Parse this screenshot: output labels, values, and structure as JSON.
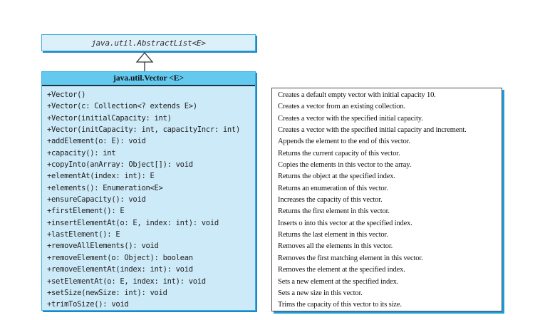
{
  "colors": {
    "superclass_fill": "#DCF0FA",
    "header_blue": "#63C9EF",
    "body_blue": "#CDEAF8",
    "border_blue": "#3FAEE0",
    "shadow_blue": "#1E88C7",
    "desc_shadow_blue": "#1E9CD7"
  },
  "diagram": {
    "superclass": {
      "name": "java.util.AbstractList<E>"
    },
    "class": {
      "name": "java.util.Vector <E>"
    },
    "rows": [
      {
        "method": "+Vector()",
        "description": "Creates a default empty vector with initial capacity 10."
      },
      {
        "method": "+Vector(c: Collection<? extends E>)",
        "description": "Creates a vector from an existing collection."
      },
      {
        "method": "+Vector(initialCapacity: int)",
        "description": "Creates a vector with the specified initial capacity."
      },
      {
        "method": "+Vector(initCapacity: int, capacityIncr: int)",
        "description": "Creates a vector with the specified initial capacity and increment."
      },
      {
        "method": "+addElement(o: E): void",
        "description": "Appends the element to the end of this vector."
      },
      {
        "method": "+capacity(): int",
        "description": "Returns the current capacity of this vector."
      },
      {
        "method": "+copyInto(anArray: Object[]): void",
        "description": "Copies the elements in this vector to the array."
      },
      {
        "method": "+elementAt(index: int): E",
        "description": "Returns the object at the specified index."
      },
      {
        "method": "+elements(): Enumeration<E>",
        "description": "Returns an enumeration of this vector."
      },
      {
        "method": "+ensureCapacity(): void",
        "description": "Increases the capacity of this vector."
      },
      {
        "method": "+firstElement(): E",
        "description": "Returns the first element in this vector."
      },
      {
        "method": "+insertElementAt(o: E, index: int): void",
        "description": "Inserts o into this vector at the specified index."
      },
      {
        "method": "+lastElement(): E",
        "description": "Returns the last element in this vector."
      },
      {
        "method": "+removeAllElements(): void",
        "description": "Removes all the elements in this vector."
      },
      {
        "method": "+removeElement(o: Object): boolean",
        "description": "Removes the first matching element in this vector."
      },
      {
        "method": "+removeElementAt(index: int): void",
        "description": "Removes the element at the specified index."
      },
      {
        "method": "+setElementAt(o: E, index: int): void",
        "description": "Sets a new element at the specified index."
      },
      {
        "method": "+setSize(newSize: int): void",
        "description": "Sets a new size in this vector."
      },
      {
        "method": "+trimToSize(): void",
        "description": "Trims the capacity of this vector to its size."
      }
    ]
  }
}
